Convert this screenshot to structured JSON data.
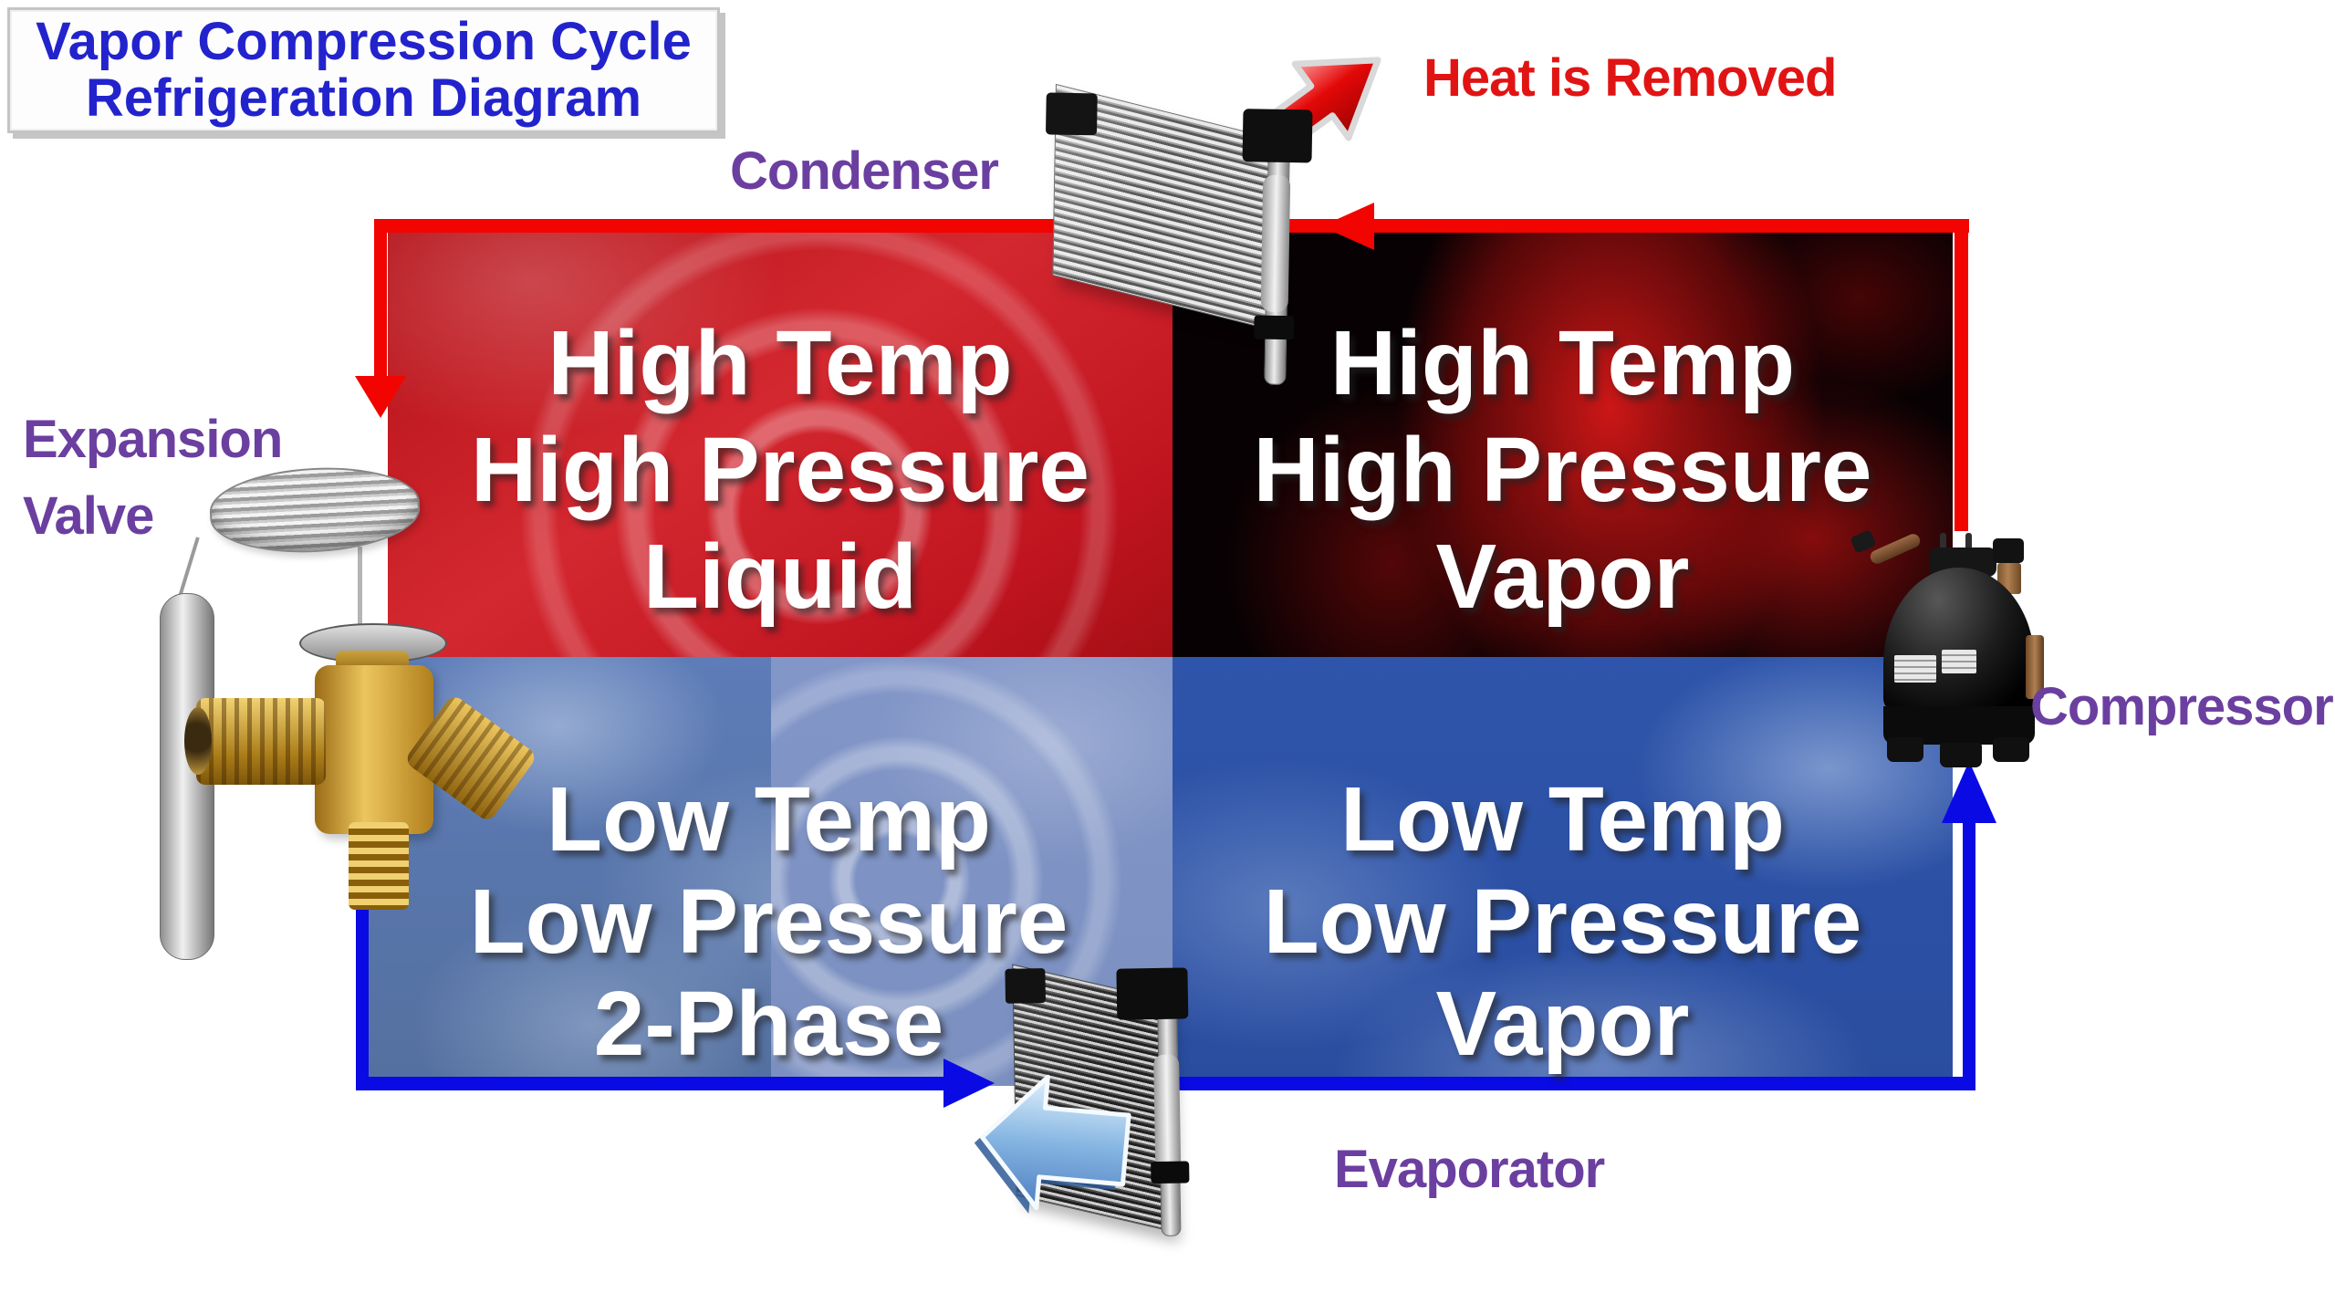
{
  "title": {
    "line1": "Vapor Compression Cycle",
    "line2": "Refrigeration Diagram"
  },
  "annotations": {
    "heat_removed": "Heat is Removed",
    "condenser": "Condenser",
    "expansion_valve_line1": "Expansion",
    "expansion_valve_line2": "Valve",
    "compressor": "Compressor",
    "evaporator": "Evaporator"
  },
  "quadrants": {
    "top_left": {
      "line1": "High Temp",
      "line2": "High Pressure",
      "line3": "Liquid"
    },
    "top_right": {
      "line1": "High Temp",
      "line2": "High Pressure",
      "line3": "Vapor"
    },
    "bottom_left": {
      "line1": "Low Temp",
      "line2": "Low Pressure",
      "line3": "2-Phase"
    },
    "bottom_right": {
      "line1": "Low Temp",
      "line2": "Low Pressure",
      "line3": "Vapor"
    }
  },
  "colors": {
    "title_text": "#2323cd",
    "label_purple": "#6b3fa0",
    "heat_text": "#e11414",
    "hot_pipe": "#f20400",
    "cold_pipe": "#0a0ae4",
    "quadrant_top_left": "#c91820",
    "quadrant_top_right": "#070103",
    "quadrant_bottom_left": "#5b79b4",
    "quadrant_bottom_left_panel": "#8296c8",
    "quadrant_bottom_right": "#2d52a9",
    "quadrant_text": "#ffffff"
  },
  "icons": {
    "condenser_coil": "striped-heat-exchanger-shape",
    "evaporator_coil": "striped-heat-exchanger-shape",
    "compressor_unit": "black-dome-compressor-shape",
    "expansion_valve": "brass-valve-with-sensing-coil-and-bulb",
    "heat_flow_arrow": "red-3d-arrow-up-right",
    "refrigerant_flow_arrow": "blue-3d-arrow-left",
    "hot_line_arrows": "red-pipe-with-arrowheads",
    "cold_line_arrows": "blue-pipe-with-arrowheads"
  }
}
